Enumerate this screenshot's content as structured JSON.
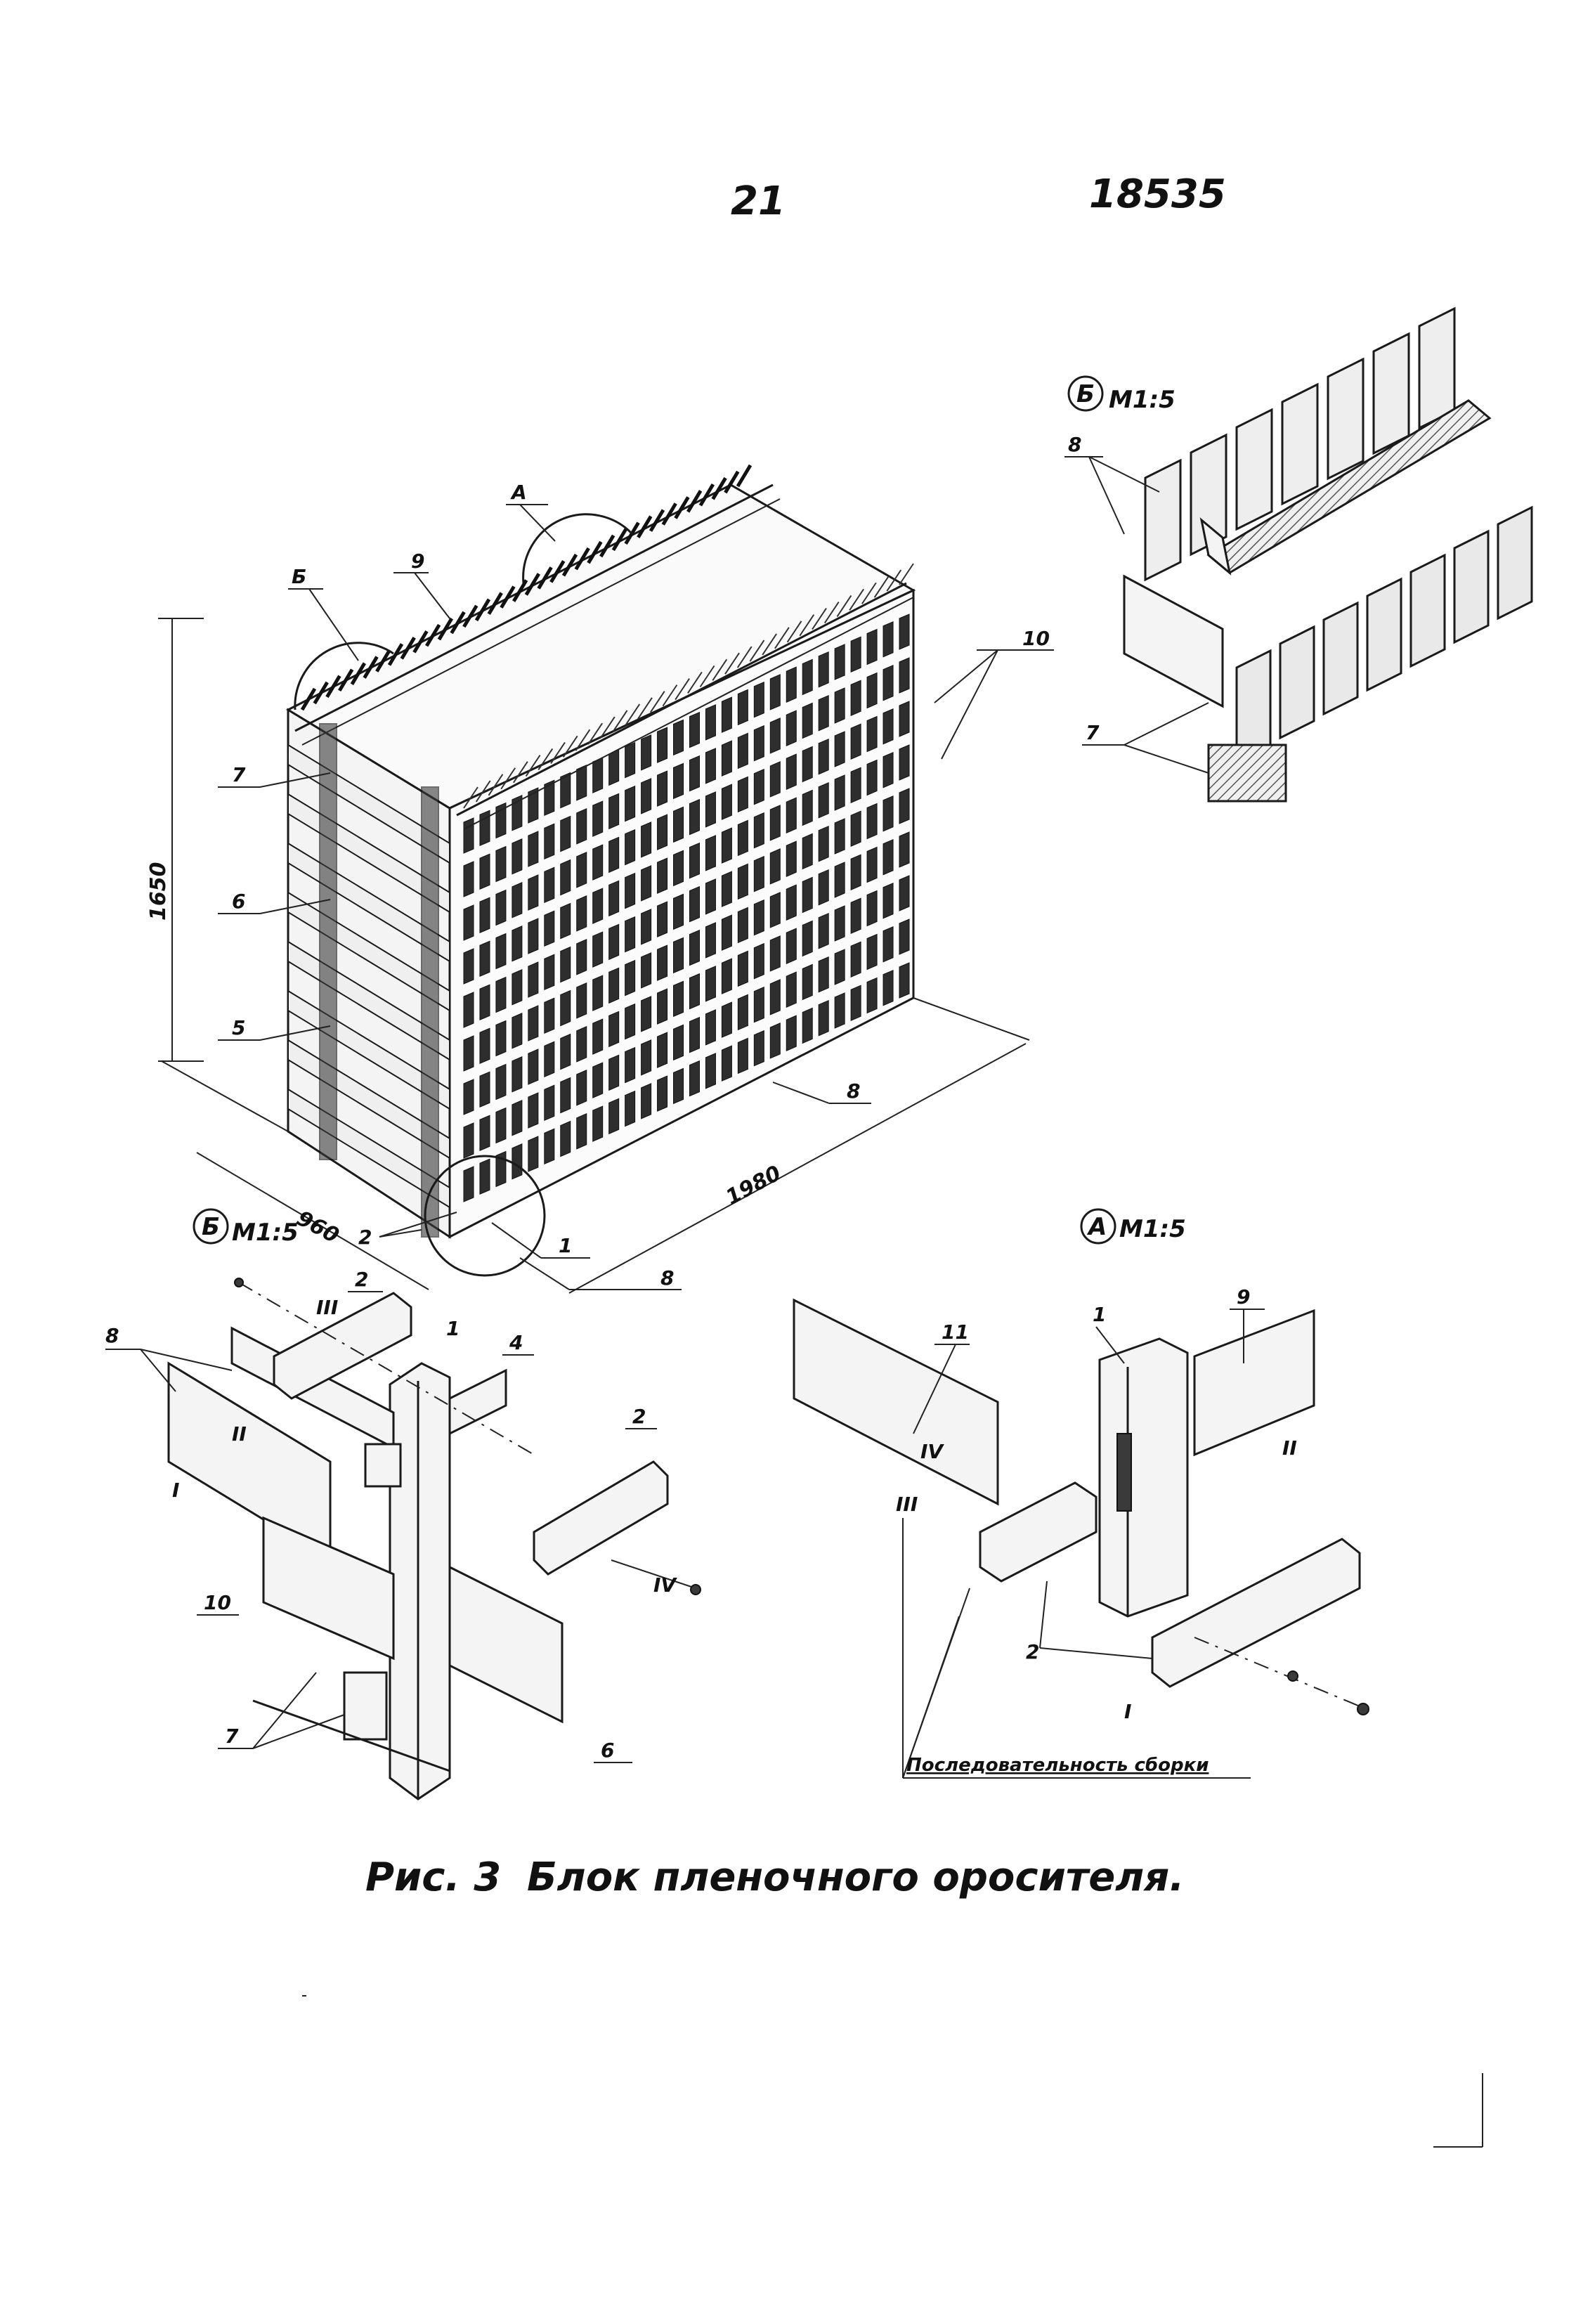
{
  "header": {
    "page_number": "21",
    "doc_number": "18535"
  },
  "caption": {
    "figure": "Рис. 3",
    "title": "Блок пленочного оросителя."
  },
  "main_view": {
    "labels": [
      "1",
      "2",
      "5",
      "6",
      "7",
      "8",
      "8",
      "9",
      "10",
      "Б",
      "А"
    ],
    "dim_height": "1650",
    "dim_length": "1980",
    "dim_depth": "960"
  },
  "detail_b_top": {
    "letter": "Б",
    "scale": "М1:5",
    "labels": [
      "8",
      "7"
    ]
  },
  "detail_b_bottom": {
    "letter": "Б",
    "scale": "М1:5",
    "labels": [
      "2",
      "1",
      "4",
      "8",
      "2",
      "10",
      "7",
      "6",
      "I",
      "II",
      "III",
      "IV"
    ]
  },
  "detail_a": {
    "letter": "А",
    "scale": "М1:5",
    "labels": [
      "11",
      "1",
      "9",
      "2",
      "I",
      "II",
      "III",
      "IV"
    ],
    "note": "Последовательность сборки"
  }
}
